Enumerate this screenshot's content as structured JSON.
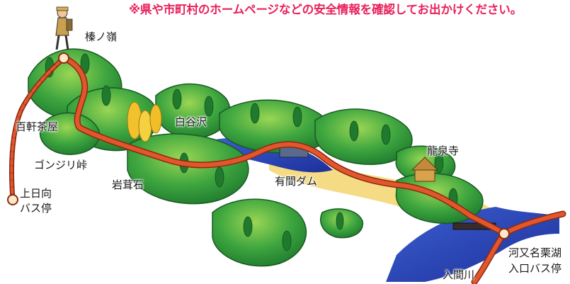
{
  "notice": {
    "text": "※県や市町村のホームページなどの安全情報を確認してお出かけください。",
    "color": "#e8205a"
  },
  "colors": {
    "route": "#e2562c",
    "route_outline": "#8a2a12",
    "hill": "#2f9c3a",
    "hill_light": "#7cc94a",
    "water": "#2a44b8",
    "ground": "#f0d070"
  },
  "places": {
    "summit": "榛ノ嶺",
    "teahouse": "百軒茶屋",
    "pass": "ゴンジリ峠",
    "lower_bus_a": "上日向",
    "lower_bus_b": "バス停",
    "shirotani": "白谷沢",
    "iwatakeishi": "岩茸石",
    "dam": "有間ダム",
    "temple": "龍泉寺",
    "kawamata_a": "河又名栗湖",
    "kawamata_b": "入口バス停",
    "river": "入間川"
  },
  "icons": {
    "hiker": "hiker-icon"
  }
}
